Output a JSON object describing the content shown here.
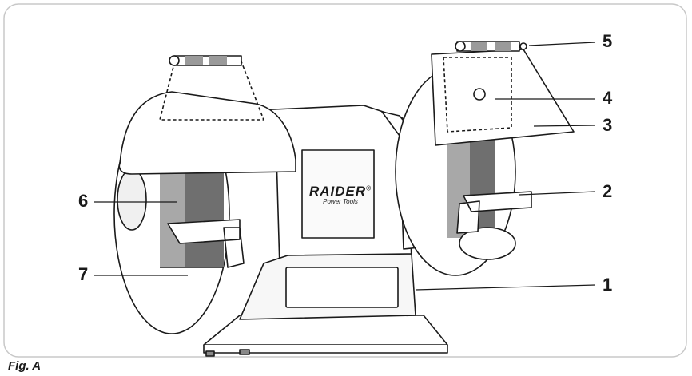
{
  "figure": {
    "label": "Fig. A"
  },
  "brand": {
    "name": "RAIDER",
    "tagline": "Power Tools",
    "mark": "®"
  },
  "callouts": {
    "c1": "1",
    "c2": "2",
    "c3": "3",
    "c4": "4",
    "c5": "5",
    "c6": "6",
    "c7": "7"
  },
  "colors": {
    "stroke": "#1a1a1a",
    "stone_light": "#a8a8a8",
    "stone_dark": "#6f6f6f",
    "frame": "#c8c8c8"
  }
}
